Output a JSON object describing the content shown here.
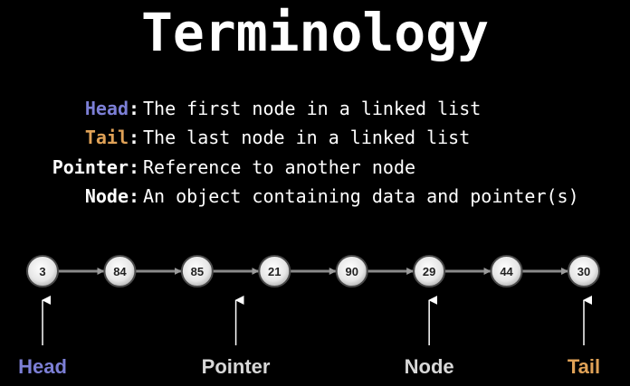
{
  "title": "Terminology",
  "colors": {
    "background": "#000000",
    "text": "#ffffff",
    "head": "#7c7fd6",
    "tail": "#e0a257",
    "label_default": "#d8d8d8"
  },
  "definitions": [
    {
      "term": "Head",
      "text": "The first node in a linked list",
      "color": "#7c7fd6"
    },
    {
      "term": "Tail",
      "text": "The last node in a linked list",
      "color": "#e0a257"
    },
    {
      "term": "Pointer",
      "text": "Reference to another node",
      "color": "#ffffff"
    },
    {
      "term": "Node",
      "text": "An object containing data and pointer(s)",
      "color": "#ffffff"
    }
  ],
  "linked_list": {
    "nodes": [
      "3",
      "84",
      "85",
      "21",
      "90",
      "29",
      "44",
      "30"
    ]
  },
  "labels": [
    {
      "text": "Head",
      "color": "#7c7fd6",
      "node": 0
    },
    {
      "text": "Pointer",
      "color": "#d8d8d8",
      "pointer_after_node": 2
    },
    {
      "text": "Node",
      "color": "#d8d8d8",
      "node": 5
    },
    {
      "text": "Tail",
      "color": "#e0a257",
      "node": 7
    }
  ]
}
